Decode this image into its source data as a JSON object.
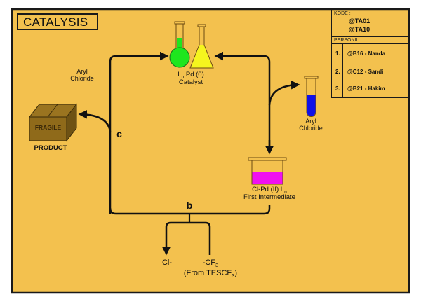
{
  "title": "CATALYSIS",
  "colors": {
    "background": "#f3c14e",
    "frame": "#1a1a1a",
    "round_flask_liquid": "#1ee61e",
    "erlenmeyer_liquid": "#f5f51e",
    "test_tube_liquid": "#1010e6",
    "beaker_liquid": "#f010f0",
    "box": "#8f6a1a"
  },
  "info_table": {
    "kode_label": "KODE :",
    "kode_values": [
      "@TA01",
      "@TA10"
    ],
    "personil_label": "PERSONIL :",
    "personil": [
      {
        "no": "1.",
        "name": "@B16 - Nanda"
      },
      {
        "no": "2.",
        "name": "@C12 - Sandi"
      },
      {
        "no": "3.",
        "name": "@B21 - Hakim"
      }
    ]
  },
  "nodes": {
    "catalyst": {
      "formula_main": "L",
      "formula_sub": "n",
      "formula_rest": " Pd (0)",
      "label": "Catalyst"
    },
    "aryl_chloride_left": {
      "line1": "Aryl",
      "line2": "Chloride"
    },
    "aryl_chloride_right": {
      "line1": "Aryl",
      "line2": "Chloride"
    },
    "intermediate": {
      "formula_main": "Cl-Pd (II) L",
      "formula_sub": "n",
      "label": "First Intermediate"
    },
    "product": {
      "box_text": "FRAGILE",
      "label": "PRODUCT"
    },
    "step_c": "c",
    "step_b": "b",
    "byproduct_cl": "Cl-",
    "byproduct_cf3": {
      "main": "-CF",
      "sub": "3"
    },
    "source": {
      "main": "(From TESCF",
      "sub": "3",
      "end": ")"
    }
  }
}
